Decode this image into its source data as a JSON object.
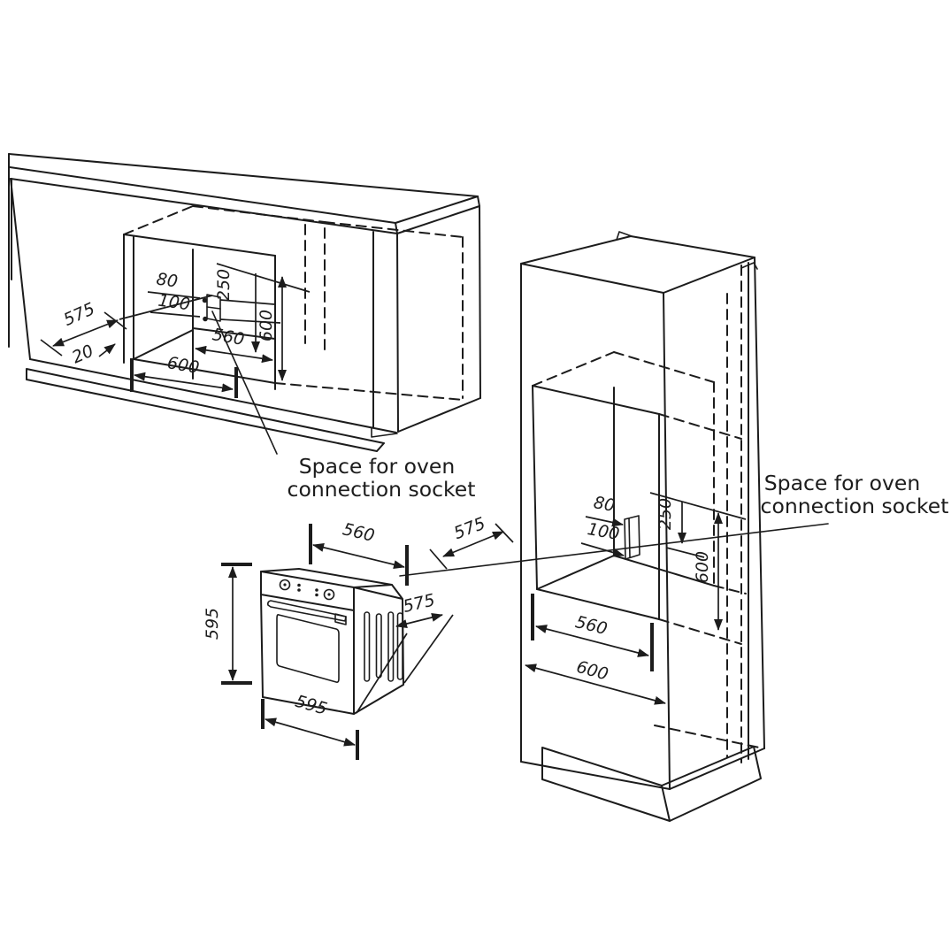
{
  "annotations": {
    "left": {
      "line1": "Space for oven",
      "line2": "connection socket"
    },
    "right": {
      "line1": "Space for oven",
      "line2": "connection socket"
    }
  },
  "base_cabinet": {
    "dims": {
      "depth": "575",
      "front_offset": "20",
      "width": "600",
      "niche_width": "560",
      "socket_w": "80",
      "socket_h": "100",
      "socket_top": "250",
      "niche_height": "600"
    }
  },
  "tall_cabinet": {
    "dims": {
      "depth": "575",
      "socket_w": "80",
      "socket_h": "100",
      "socket_top": "250",
      "niche_height": "600",
      "niche_width": "560",
      "width": "600"
    }
  },
  "oven": {
    "dims": {
      "width": "560",
      "height": "595",
      "front_width": "595",
      "depth": "575"
    }
  },
  "colors": {
    "line": "#1c1c1c",
    "background": "#ffffff"
  }
}
